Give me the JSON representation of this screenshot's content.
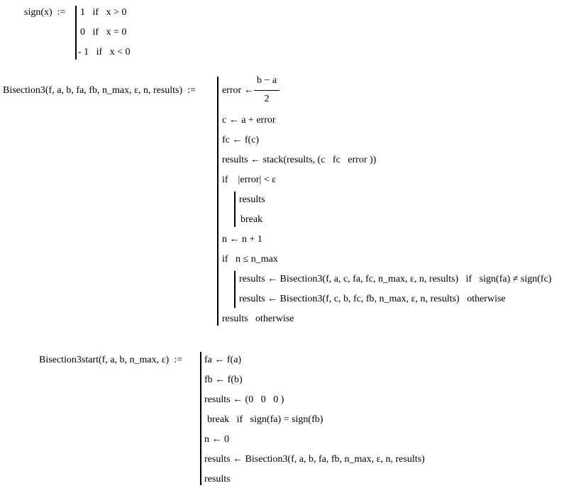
{
  "sign": {
    "header": "sign(x)  :=",
    "lines": [
      "1   if   x > 0",
      "0   if   x = 0",
      "- 1   if   x < 0"
    ]
  },
  "bisection3": {
    "header": "Bisection3(f, a, b, fa, fb, n_max, ε, n, results)  :=",
    "error_assign": "error ←",
    "frac_num": "b − a",
    "frac_den": "2",
    "lines": [
      "c ← a + error",
      "fc ← f(c)",
      "results ← stack(results, (c   fc   error ))",
      "if    |error| < ε",
      "results",
      "break",
      "n ← n + 1",
      "if   n ≤ n_max",
      "results ← Bisection3(f, a, c, fa, fc, n_max, ε, n, results)   if   sign(fa) ≠ sign(fc)",
      "results ← Bisection3(f, c, b, fc, fb, n_max, ε, n, results)   otherwise",
      "results   otherwise"
    ]
  },
  "bisection3start": {
    "header": "Bisection3start(f, a, b, n_max, ε)  :=",
    "lines": [
      "fa ← f(a)",
      "fb ← f(b)",
      "results ← (0   0   0 )",
      "break   if   sign(fa) = sign(fb)",
      "n ← 0",
      "results ← Bisection3(f, a, b, fa, fb, n_max, ε, n, results)",
      "results"
    ]
  }
}
